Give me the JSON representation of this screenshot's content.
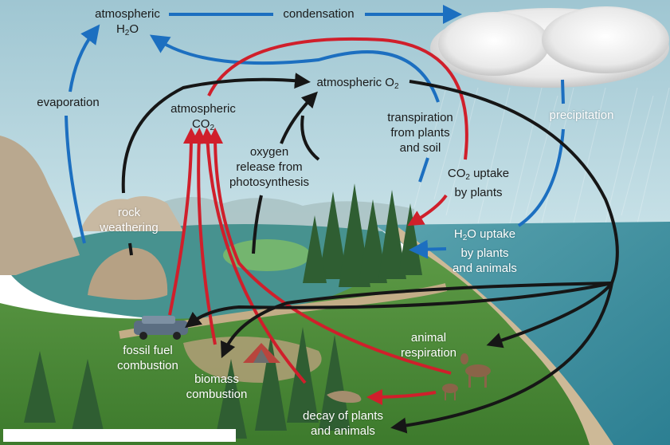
{
  "diagram": {
    "title": "Carbon, oxygen and water cycles",
    "colors": {
      "water_arrow": "#1c6fc0",
      "carbon_arrow": "#d01f2b",
      "oxygen_arrow": "#161616",
      "sky_top": "#9fc6d2",
      "sky_bottom": "#c9e2e8",
      "ocean": "#3f8f9e",
      "grass": "#4e8e3a",
      "sand": "#cdb997",
      "rock": "#b9a88f",
      "cloud": "#f2f2f2"
    },
    "labels": {
      "atmospheric_h2o": {
        "line1": "atmospheric",
        "line2_main": "H",
        "line2_sub": "2",
        "line2_end": "O"
      },
      "condensation": "condensation",
      "evaporation": "evaporation",
      "atmospheric_o2": {
        "main": "atmospheric O",
        "sub": "2"
      },
      "atmospheric_co2": {
        "line1": "atmospheric",
        "line2_main": "CO",
        "line2_sub": "2"
      },
      "transpiration": {
        "line1": "transpiration",
        "line2": "from plants",
        "line3": "and soil"
      },
      "precipitation": "precipitation",
      "oxygen_release": {
        "line1": "oxygen",
        "line2": "release from",
        "line3": "photosynthesis"
      },
      "co2_uptake": {
        "line1_main": "CO",
        "line1_sub": "2",
        "line1_end": " uptake",
        "line2": "by plants"
      },
      "rock_weathering": {
        "line1": "rock",
        "line2": "weathering"
      },
      "h2o_uptake": {
        "line1_main": "H",
        "line1_sub": "2",
        "line1_end": "O uptake",
        "line2": "by plants",
        "line3": "and animals"
      },
      "animal_respiration": {
        "line1": "animal",
        "line2": "respiration"
      },
      "fossil_fuel": {
        "line1": "fossil fuel",
        "line2": "combustion"
      },
      "biomass": {
        "line1": "biomass",
        "line2": "combustion"
      },
      "decay": {
        "line1": "decay of plants",
        "line2": "and animals"
      }
    }
  }
}
